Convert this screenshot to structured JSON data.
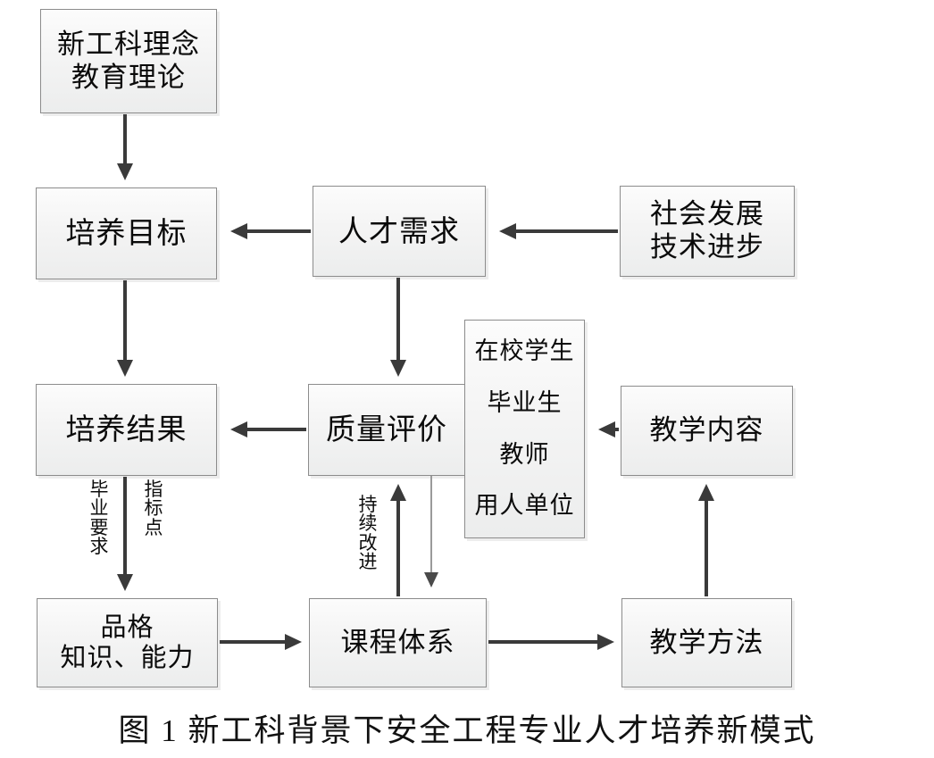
{
  "figure": {
    "caption": "图 1  新工科背景下安全工程专业人才培养新模式",
    "type": "flowchart",
    "colors": {
      "node_border": "#8c8c8c",
      "node_fill_top": "#fcfcfc",
      "node_fill_bottom": "#eceded",
      "edge": "#3a3a3a",
      "edge_thin": "#9a9a9a",
      "text": "#0a0a0a",
      "background": "#ffffff"
    }
  },
  "nodes": {
    "concept": "新工科理念\n教育理论",
    "goal": "培养目标",
    "demand": "人才需求",
    "society": "社会发展\n技术进步",
    "result": "培养结果",
    "quality": "质量评价",
    "content": "教学内容",
    "character": "品格\n知识、能力",
    "course": "课程体系",
    "method": "教学方法",
    "stakeholders": {
      "item1": "在校学生",
      "item2": "毕业生",
      "item3": "教师",
      "item4": "用人单位"
    }
  },
  "edge_labels": {
    "graduation_requirement": "毕业要求",
    "indicator_point": "指标点",
    "continuous_improvement": "持续改进"
  },
  "edges": [
    {
      "from": "concept",
      "to": "goal",
      "direction": "down"
    },
    {
      "from": "demand",
      "to": "goal",
      "direction": "left"
    },
    {
      "from": "society",
      "to": "demand",
      "direction": "left"
    },
    {
      "from": "goal",
      "to": "result",
      "direction": "down"
    },
    {
      "from": "demand",
      "to": "quality",
      "direction": "down"
    },
    {
      "from": "quality",
      "to": "result",
      "direction": "left"
    },
    {
      "from": "content",
      "to": "quality",
      "direction": "left"
    },
    {
      "from": "result",
      "to": "character",
      "direction": "down",
      "label": "毕业要求 / 指标点"
    },
    {
      "from": "course",
      "to": "quality",
      "direction": "up",
      "label": "持续改进"
    },
    {
      "from": "quality",
      "to": "course",
      "direction": "down",
      "style": "thin"
    },
    {
      "from": "character",
      "to": "course",
      "direction": "right"
    },
    {
      "from": "course",
      "to": "method",
      "direction": "right"
    },
    {
      "from": "method",
      "to": "content",
      "direction": "up"
    }
  ]
}
